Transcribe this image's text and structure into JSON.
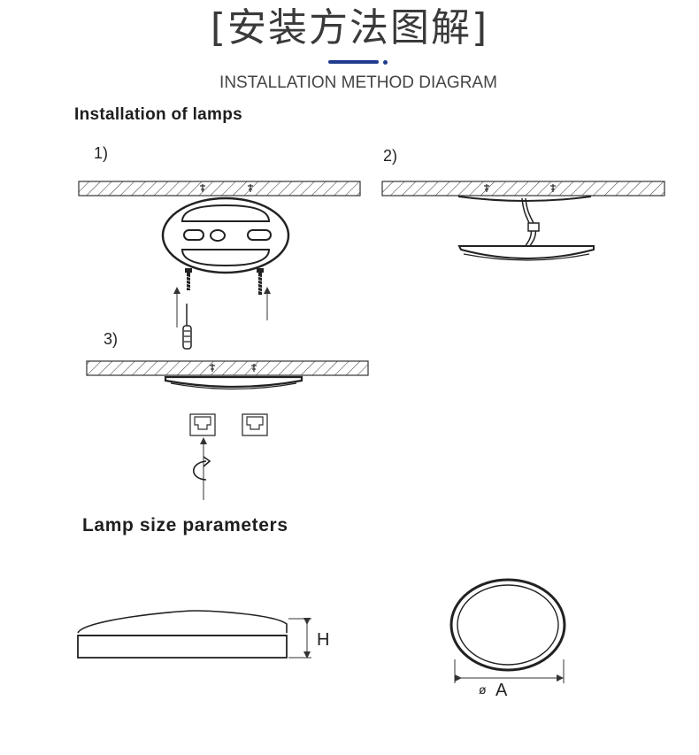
{
  "header": {
    "title": "[安装方法图解]",
    "subtitle": "INSTALLATION METHOD DIAGRAM",
    "accent_color": "#1f3b8c"
  },
  "installation": {
    "heading": "Installation of lamps",
    "steps": [
      {
        "label": "1)"
      },
      {
        "label": "2)"
      },
      {
        "label": "3)"
      }
    ]
  },
  "size": {
    "heading": "Lamp size parameters",
    "height_label": "H",
    "diameter_symbol": "ø",
    "diameter_label": "A"
  },
  "icons": [
    "ceiling-hatch",
    "screw-icon",
    "screwdriver-icon",
    "arrow-up-icon",
    "clip-icon",
    "rotate-icon",
    "mounting-plate",
    "lamp-body",
    "cable-connector"
  ]
}
